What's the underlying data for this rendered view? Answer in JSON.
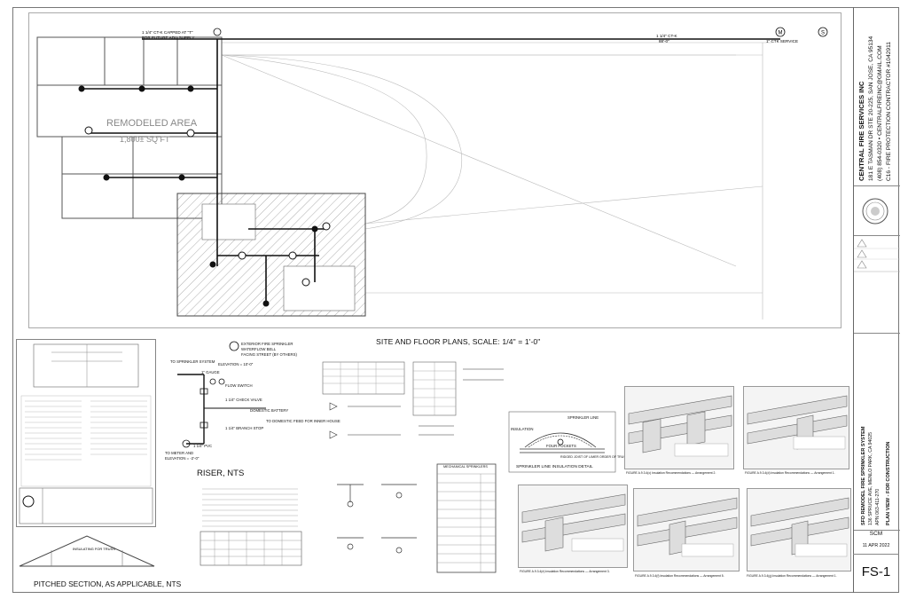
{
  "titleblock": {
    "company": "CENTRAL FIRE SERVICES INC",
    "address": "181 E TASMAN DR STE 20-225, SAN JOSE, CA 95134",
    "contact": "(408) 854-0320 • CENTRALFIREINC@GMAIL.COM",
    "license": "C16 - FIRE PROTECTION CONTRACTOR #1042911",
    "project": "SFD REMODEL FIRE SPRINKLER SYSTEM",
    "project_address": "136 SPRUCE AVE, MENLO PARK, CA 94025",
    "apn": "APN 063-411-270",
    "status": "PLAN VIEW - FOR CONSTRUCTION",
    "drawn_by": "SCM",
    "date": "11 APR 2022",
    "sheet": "FS-1"
  },
  "plan": {
    "title": "SITE AND FLOOR PLANS, SCALE: 1/4\" = 1'-0\"",
    "remodeled_area": "REMODELED AREA",
    "remodeled_sqft": "1,800± SQ FT",
    "capped_note": "1 1/4\" CT-K CAPPED AT \"T\"",
    "capped_note2": "FOR FUTURE ADU SUPPLY",
    "ctk_label": "1 1/4\" CT-K",
    "ctk_len": "88'-0\"",
    "service": "1\" CTK SERVICE",
    "meter": "M",
    "s_tag": "S"
  },
  "riser": {
    "title": "RISER, NTS",
    "ext_sprinkler": "EXTERIOR FIRE SPRINKLER",
    "waterflow_bell": "WATERFLOW BELL",
    "facing": "FACING STREET (BY OTHERS)",
    "to_system": "TO SPRINKLER SYSTEM",
    "elevation_top": "ELEVATION = 10'-0\"",
    "gauge": "1\" GAUGE",
    "flow_switch": "FLOW SWITCH",
    "check_valve": "1 1/4\" CHECK VALVE",
    "domestic_battery": "DOMESTIC BATTERY",
    "to_domestic": "TO DOMESTIC FEED FOR INNER HOUSE",
    "ball_valve": "1 1/4\" BRANCH STOP",
    "pvc": "1 1/4\" PVC",
    "to_meter": "TO METER AND",
    "elevation_bot": "ELEVATION = -2'-0\""
  },
  "details": {
    "sprinkler_line": "SPRINKLER LINE",
    "insulation": "INSULATION",
    "four_pockets": "FOUR POCKETS",
    "joist": "RIDGED JOIST OF LIMER ORDER OF TRUSS",
    "insulation_detail": "SPRINKLER LINE INSULATION DETAIL",
    "mech_table_title": "MECHANICAL SPRINKLERS",
    "fig_a": "FIGURE A.9.3.4(c) Insulation Recommendations — Arrangement 2.",
    "fig_b": "FIGURE A.9.3.4(d) Insulation Recommendations — Arrangement 1.",
    "fig_c": "FIGURE A.9.3.4(e) Insulation Recommendations — Arrangement 3.",
    "fig_d": "FIGURE A.9.3.4(f) Insulation Recommendations — Arrangement 5.",
    "fig_e": "FIGURE A.9.3.4(g) Insulation Recommendations — Arrangement 1."
  },
  "pitched": {
    "title": "PITCHED SECTION, AS APPLICABLE, NTS",
    "label": "INSULATING FOR TRUSS"
  },
  "colors": {
    "line": "#111111",
    "hatch": "#666666",
    "grey": "#9a9a9a"
  }
}
